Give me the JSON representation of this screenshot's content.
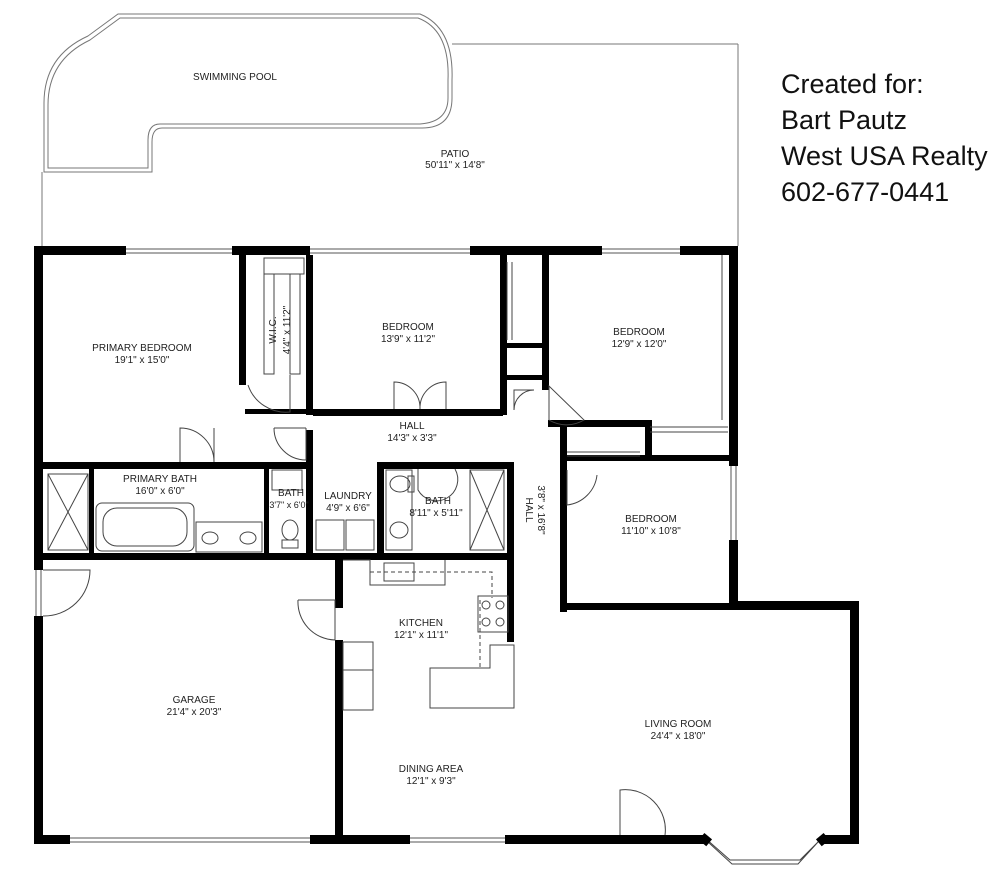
{
  "credit": {
    "line1": "Created for:",
    "line2": "Bart Pautz",
    "line3": "West USA Realty",
    "line4": "602-677-0441"
  },
  "rooms": {
    "pool": {
      "name": "SWIMMING POOL",
      "size": ""
    },
    "patio": {
      "name": "PATIO",
      "size": "50'11\" x 14'8\""
    },
    "primary_bedroom": {
      "name": "PRIMARY BEDROOM",
      "size": "19'1\" x 15'0\""
    },
    "wic": {
      "name": "W.I.C.",
      "size": "4'4\" x 11'2\""
    },
    "bedroom1": {
      "name": "BEDROOM",
      "size": "13'9\" x 11'2\""
    },
    "bedroom2": {
      "name": "BEDROOM",
      "size": "12'9\" x 12'0\""
    },
    "hall1": {
      "name": "HALL",
      "size": "14'3\" x 3'3\""
    },
    "primary_bath": {
      "name": "PRIMARY BATH",
      "size": "16'0\" x 6'0\""
    },
    "bath_small": {
      "name": "BATH",
      "size": "3'7\" x 6'0\""
    },
    "laundry": {
      "name": "LAUNDRY",
      "size": "4'9\" x 6'6\""
    },
    "bath2": {
      "name": "BATH",
      "size": "8'11\" x 5'11\""
    },
    "hall2": {
      "name": "HALL",
      "size": "3'8\" x 16'8\""
    },
    "bedroom3": {
      "name": "BEDROOM",
      "size": "11'10\" x 10'8\""
    },
    "kitchen": {
      "name": "KITCHEN",
      "size": "12'1\" x 11'1\""
    },
    "garage": {
      "name": "GARAGE",
      "size": "21'4\" x 20'3\""
    },
    "living_room": {
      "name": "LIVING ROOM",
      "size": "24'4\" x 18'0\""
    },
    "dining": {
      "name": "DINING AREA",
      "size": "12'1\" x 9'3\""
    }
  }
}
